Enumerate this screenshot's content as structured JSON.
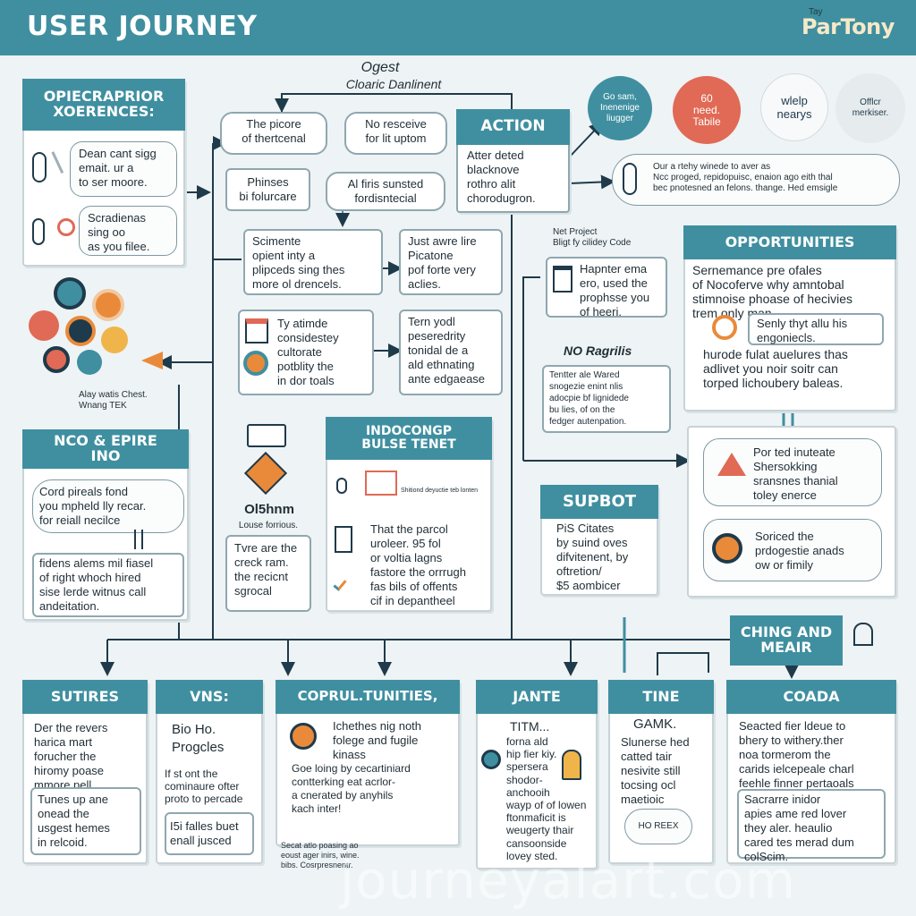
{
  "header": {
    "title": "USER JOURNEY",
    "brand_small": "Tay",
    "brand": "ParTony"
  },
  "top_labels": {
    "line1": "Ogest",
    "line2": "Cloaric Danlinent"
  },
  "circles": [
    {
      "text": "Go sam,\nInenenige\nliugger",
      "color": "#3f8fa0"
    },
    {
      "text": "60\nneed.\nTabile",
      "color": "#e06a55"
    },
    {
      "text": "wlelp\nnearys",
      "color": "#f3f5f6"
    },
    {
      "text": "Offlcr\nmerkiser.",
      "color": "#e6ebed"
    }
  ],
  "left_panel": {
    "title": "OPIECRAPRIOR\nXOERENCES:",
    "item1": "Dean cant sigg\nemait. ur a\nto ser moore.",
    "item2": "Scradienas\nsing oo\nas you filee."
  },
  "cluster_label": "Alay watis Chest.\nWnang TEK",
  "mid_nodes": {
    "n1": "The picore\nof thertcenal",
    "n2": "No resceive\nfor lit uptom",
    "n3": "Phinses\nbi folurcare",
    "n4": "Al firis sunsted\nfordisntecial",
    "n5": "Scimente\nopient inty a\nplipceds sing thes\nmore ol drencels.",
    "n6": "Just awre lire\nPicatone\npof forte very\naclies.",
    "n7": "Ty atimde\nconsidestey\ncultorate\npotblity the\nin dor toals",
    "n8": "Tern yodl\npeseredrity\ntonidal de a\nald ethnating\nante edgaease"
  },
  "action": {
    "title": "ACTION",
    "text": "Atter deted\nblacknove\nrothro alit\nchorodugron."
  },
  "action_right": "Our a rtehy winede to aver as\nNcc proged, repidopuisc, enaion ago eith thal\nbec pnotesned an felons. thange. Hed emsigle",
  "project_note": "Net Project\nBligt fy cilidey Code",
  "mid_note1": "Hapnter ema\nero, used the\nprophsse you\nof heeri.",
  "no_ragrilis": "NO Ragrilis",
  "mid_note2": "Tentter ale Wared\nsnogezie enint nlis\nadocpie bf lignidede\nbu lies, of on the\nfedger autenpation.",
  "heart_label": {
    "line1": "Ol5hnm",
    "line2": "Louse forrious."
  },
  "heart_note": "Tvre are the\ncreck ram.\nthe recicnt\nsgrocal",
  "center_panel": {
    "title": "INDOCONGP\nBULSE TENET",
    "chart_caption": "Shitiond deyuctie teb lonten",
    "text": "That the parcol\nuroleer. 95 fol\nor voltia lagns\nfastore the orrrugh\nfas bils of offents\ncif in depantheel"
  },
  "support": {
    "title": "SUPBOT",
    "text": "PiS Citates\nby suind oves\ndifvitenent, by\noftretion/\n$5 aombicer"
  },
  "opportunities": {
    "title": "OPPORTUNITIES",
    "text1": "Sernemance pre ofales\nof Nocoferve why amntobal\nstimnoise phoase of hecivies\ntrem only man",
    "sub": "Senly thyt allu his\nengoniecls.",
    "text2": "hurode fulat auelures thas\nadlivet you noir soitr can\ntorped lichoubery baleas."
  },
  "right_panel": {
    "item1": "Por ted inuteate\nShersokking\nsransnes thanial\ntoley enerce",
    "item2": "Soriced the\nprdogestie anads\now or fimily"
  },
  "ching": "CHING AND\nMEAIR",
  "nco": {
    "title": "NCO & EPIRE\nINO",
    "item1": "Cord pireals fond\nyou mpheld lly recar.\nfor reiall necilce",
    "item2": "fidens alems mil fiasel\nof right whoch hired\nsise lerde witnus call\nandeitation."
  },
  "bottom": [
    {
      "title": "SUTIRES",
      "text1": "Der the revers\nharica mart\nforucher the\nhiromy poase\nmmore pell",
      "text2": "Tunes up ane\nonead the\nusgest hemes\nin relcoid."
    },
    {
      "title": "VNS:",
      "text1": "Bio Ho.\nProgcles",
      "text2": "If st ont the\ncominaure ofter\nproto to percade",
      "text3": "I5i falles buet\nenall jusced"
    },
    {
      "title": "COPRUL.TUNITIES,",
      "text1": "Ichethes nig noth\nfolege and fugile\nkinass",
      "text2": "Goe loing by cecartiniard\ncontterking eat acrlor-\na cnerated by anyhils\nkach inter!",
      "text3": "Secat atlo poasing ao\neoust ager inirs, wine.\nbibs. Cosrpresnentr."
    },
    {
      "title": "JANTE",
      "text1": "TITM...",
      "text2": "forna ald\nhip fier kiy.\nspersera\nshodor-\nanchooih\nwayp of of lowen\nftonmaficit is\nweugerty thair\ncansoonside\nlovey sted.",
      "text3": ""
    },
    {
      "title": "TINE",
      "text1": "GAMK.",
      "text2": "Slunerse hed\ncatted tair\nnesivite still\ntocsing ocl\nmaetioic",
      "text3": "HO REEX"
    },
    {
      "title": "COADA",
      "text1": "Seacted fier ldeue to\nbhery to withery.ther\nnoa tormerom the\ncarids ielcepeale charl\nfeehle finner pertaoals",
      "text2": "Sacrarre inidor\napies ame red lover\nthey aler. heaulio\ncared tes merad dum\ncolScim."
    }
  ],
  "watermark": "journeyalart.com",
  "colors": {
    "teal": "#3f8fa0",
    "coral": "#e06a55",
    "orange": "#e98a3a",
    "navy": "#1f3a4a"
  }
}
